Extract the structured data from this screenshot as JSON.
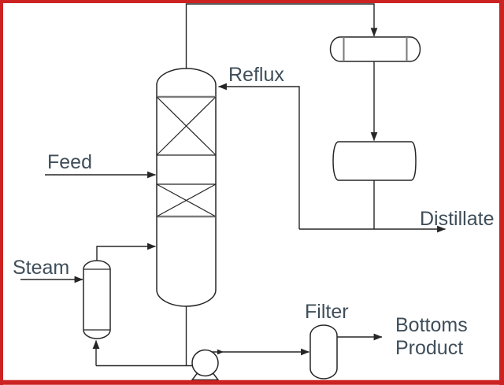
{
  "diagram": {
    "type": "process-flow-diagram",
    "labels": {
      "reflux": "Reflux",
      "feed": "Feed",
      "steam": "Steam",
      "distillate": "Distillate",
      "filter": "Filter",
      "bottoms_line1": "Bottoms",
      "bottoms_line2": "Product"
    },
    "colors": {
      "border_red": "#cc2222",
      "line": "#262626",
      "thick_line": "#7a7a7a",
      "label_text": "#3f4e59",
      "background": "#ffffff"
    }
  }
}
